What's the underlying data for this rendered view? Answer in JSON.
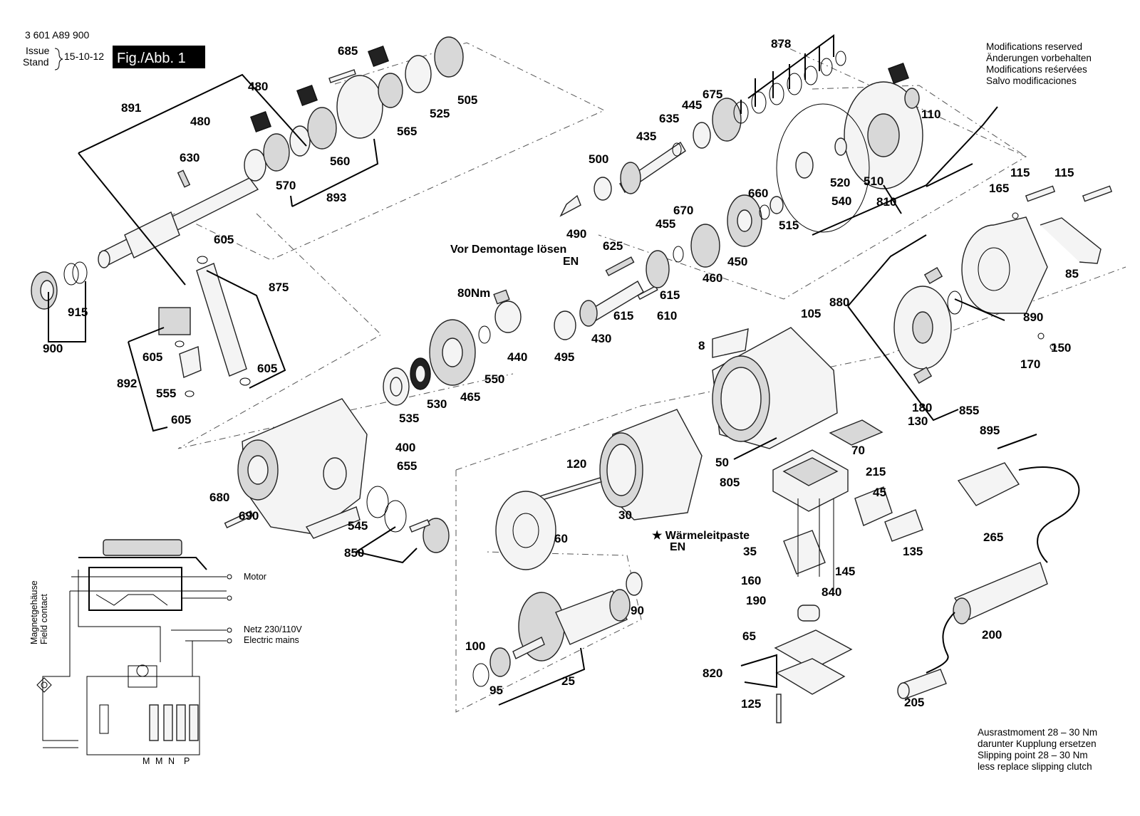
{
  "header": {
    "drawing_number": "3 601 A89 900",
    "issue_label": "Issue",
    "stand_label": "Stand",
    "issue_date": "15-10-12",
    "figure_label": "Fig./Abb. 1"
  },
  "modifications_note": [
    "Modifications reserved",
    "Änderungen vorbehalten",
    "Modifications reśervées",
    "Salvo modificaciones"
  ],
  "clutch_note": [
    "Ausrastmoment 28 – 30 Nm",
    "darunter Kupplung ersetzen",
    "Slipping point 28 – 30 Nm",
    "less replace slipping clutch"
  ],
  "annotations": {
    "before_disassembly": "Vor Demontage lösen",
    "before_disassembly_en": "EN",
    "torque": "80Nm",
    "thermal_paste": "★ Wärmeleitpaste",
    "thermal_paste_en": "EN"
  },
  "wiring": {
    "field_contact_de": "Magnetgehäuse",
    "field_contact_en": "Field contact",
    "motor": "Motor",
    "mains_de": "Netz 230/110V",
    "mains_en": "Electric mains",
    "terminals": [
      "M",
      "M",
      "N",
      "P"
    ]
  },
  "part_numbers": [
    "8",
    "25",
    "30",
    "35",
    "45",
    "50",
    "60",
    "65",
    "70",
    "85",
    "90",
    "95",
    "100",
    "105",
    "110",
    "115",
    "115",
    "120",
    "125",
    "130",
    "135",
    "145",
    "150",
    "160",
    "165",
    "170",
    "180",
    "190",
    "200",
    "205",
    "215",
    "265",
    "400",
    "430",
    "435",
    "440",
    "445",
    "450",
    "455",
    "460",
    "465",
    "480",
    "480",
    "490",
    "495",
    "500",
    "505",
    "510",
    "515",
    "520",
    "525",
    "530",
    "535",
    "540",
    "545",
    "550",
    "555",
    "560",
    "565",
    "570",
    "605",
    "605",
    "605",
    "605",
    "610",
    "615",
    "615",
    "625",
    "630",
    "635",
    "655",
    "660",
    "670",
    "675",
    "680",
    "685",
    "690",
    "805",
    "810",
    "820",
    "840",
    "850",
    "855",
    "875",
    "878",
    "880",
    "890",
    "891",
    "892",
    "893",
    "895",
    "900",
    "915"
  ]
}
